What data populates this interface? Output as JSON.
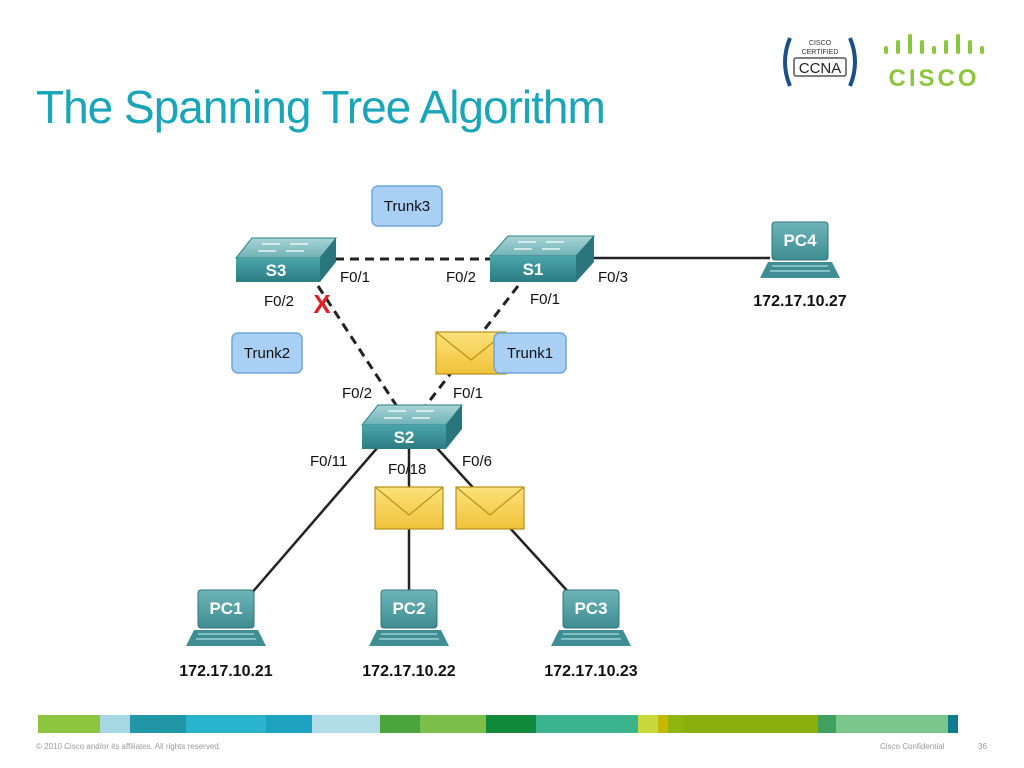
{
  "slide": {
    "title": "The Spanning Tree Algorithm",
    "badge": {
      "line1": "CISCO",
      "line2": "CERTIFIED",
      "line3": "CCNA"
    },
    "logo_text": "CISCO",
    "footer_copyright": "© 2010 Cisco and/or its affiliates. All rights reserved.",
    "footer_confidential": "Cisco Confidential",
    "page_number": "36"
  },
  "diagram": {
    "switches": {
      "s1": "S1",
      "s2": "S2",
      "s3": "S3"
    },
    "pcs": {
      "pc1": "PC1",
      "pc2": "PC2",
      "pc3": "PC3",
      "pc4": "PC4"
    },
    "ips": {
      "pc1": "172.17.10.21",
      "pc2": "172.17.10.22",
      "pc3": "172.17.10.23",
      "pc4": "172.17.10.27"
    },
    "trunks": {
      "trunk1": "Trunk1",
      "trunk2": "Trunk2",
      "trunk3": "Trunk3"
    },
    "ports": {
      "s3_f01": "F0/1",
      "s3_f02": "F0/2",
      "s1_f02": "F0/2",
      "s1_f01": "F0/1",
      "s1_f03": "F0/3",
      "s2_f02": "F0/2",
      "s2_f01": "F0/1",
      "s2_f011": "F0/11",
      "s2_f018": "F0/18",
      "s2_f06": "F0/6"
    },
    "blocked_marker": "X"
  },
  "colors": {
    "title": "#1aa5b8",
    "switch_body": "#3a9aa0",
    "pc_body": "#4d9ea3",
    "trunk_fill": "#a9cff5",
    "envelope": "#f6d35a",
    "blocked": "#e02020",
    "colorbar": [
      "#8cc63e",
      "#a6d8e3",
      "#2196a6",
      "#29b3cd",
      "#1fa2c0",
      "#b2dde8",
      "#4aa53c",
      "#7cc04a",
      "#128a3c",
      "#3bb38d",
      "#c9d73c",
      "#c4b800",
      "#8fb50d",
      "#8ab00c",
      "#3fa160",
      "#7ac78c",
      "#0e7c8c"
    ]
  }
}
